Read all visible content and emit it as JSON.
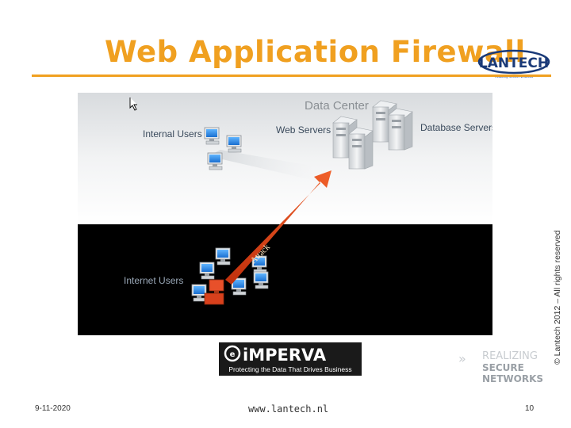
{
  "slide": {
    "title": "Web Application Firewall",
    "copyright": "© Lantech 2012 – All rights reserved"
  },
  "logo": {
    "name": "LANTECH",
    "tagline": "Realizing Secure Networks"
  },
  "diagram": {
    "data_center_label": "Data Center",
    "web_servers_label": "Web Servers",
    "database_servers_label": "Database Servers",
    "internal_users_label": "Internal Users",
    "internet_users_label": "Internet Users",
    "attack_label": "Attack"
  },
  "imperva": {
    "brand": "iMPERVA",
    "slogan": "Protecting the Data That Drives Business"
  },
  "realizing": {
    "arrows": "»",
    "line1": "REALIZING",
    "line2": "SECURE",
    "line3": "NETWORKS"
  },
  "footer": {
    "date": "9-11-2020",
    "url": "www.lantech.nl",
    "page": "10"
  },
  "colors": {
    "title": "#f0a020",
    "rule": "#f0a020",
    "attack": "#e84a1c",
    "lantech_blue": "#1a3a78"
  }
}
